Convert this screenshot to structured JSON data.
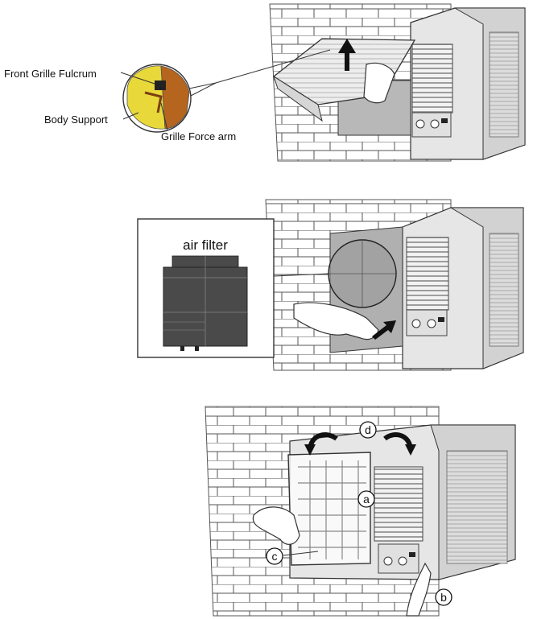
{
  "panel1": {
    "callouts": {
      "fulcrum": "Front Grille Fulcrum",
      "support": "Body Support",
      "force_arm": "Grille Force arm"
    }
  },
  "panel2": {
    "inset_title": "air filter"
  },
  "panel3": {
    "markers": {
      "a": "a",
      "b": "b",
      "c": "c",
      "d": "d"
    }
  },
  "colors": {
    "line": "#333333",
    "unit_body": "#e6e6e6",
    "unit_shadow": "#c9c9c9",
    "filter_dark": "#4a4a4a",
    "callout_yellow": "#e8d83a",
    "callout_brown": "#b5651d",
    "arrow": "#111111"
  }
}
